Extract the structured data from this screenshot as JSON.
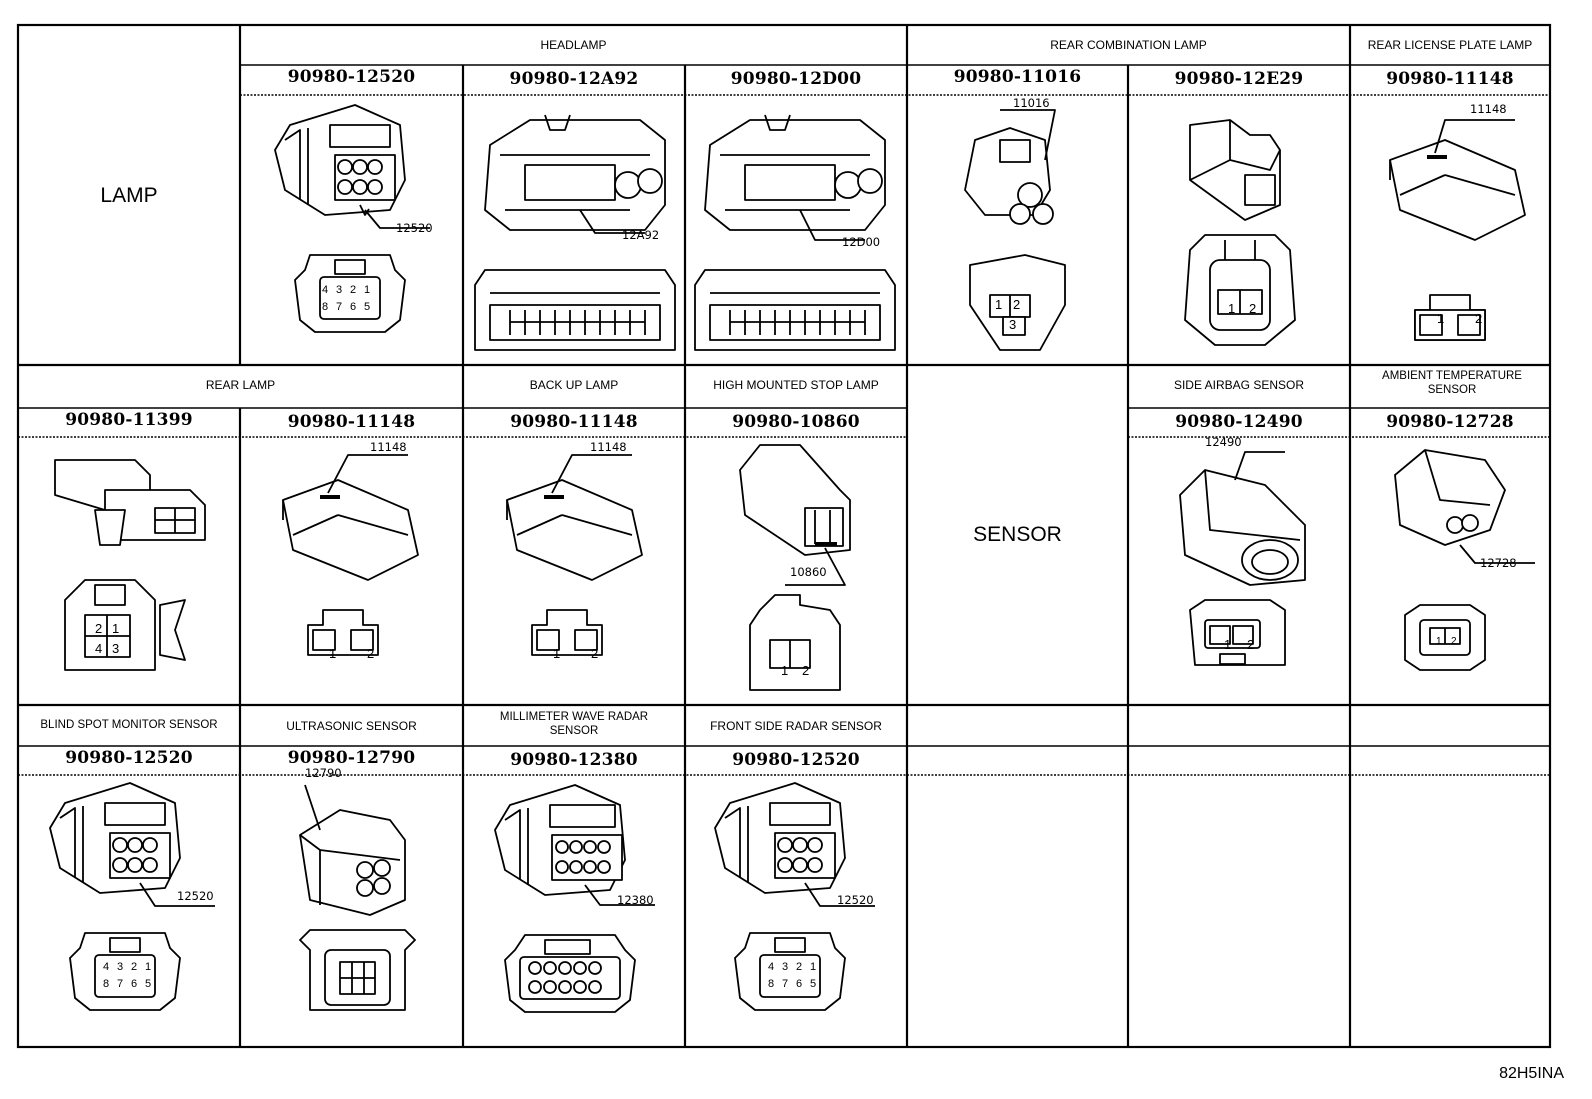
{
  "sections": {
    "lamp": "LAMP",
    "sensor": "SENSOR"
  },
  "categories": {
    "headlamp": "HEADLAMP",
    "rear_combination_lamp": "REAR COMBINATION LAMP",
    "rear_license_plate_lamp": "REAR LICENSE PLATE LAMP",
    "rear_lamp": "REAR LAMP",
    "back_up_lamp": "BACK UP LAMP",
    "high_mounted_stop_lamp": "HIGH MOUNTED STOP LAMP",
    "side_airbag_sensor": "SIDE AIRBAG SENSOR",
    "ambient_temperature_sensor": "AMBIENT TEMPERATURE SENSOR",
    "blind_spot_monitor_sensor": "BLIND SPOT MONITOR SENSOR",
    "ultrasonic_sensor": "ULTRASONIC SENSOR",
    "millimeter_wave_radar_sensor": "MILLIMETER WAVE RADAR SENSOR",
    "front_side_radar_sensor": "FRONT SIDE RADAR SENSOR"
  },
  "connectors": [
    {
      "part": "90980-12520",
      "code": "12520",
      "pins": [
        "4",
        "3",
        "2",
        "1",
        "8",
        "7",
        "6",
        "5"
      ]
    },
    {
      "part": "90980-12A92",
      "code": "12A92"
    },
    {
      "part": "90980-12D00",
      "code": "12D00"
    },
    {
      "part": "90980-11016",
      "code": "11016",
      "pins": [
        "1",
        "2",
        "3"
      ]
    },
    {
      "part": "90980-12E29",
      "pins": [
        "1",
        "2"
      ]
    },
    {
      "part": "90980-11148",
      "code": "11148",
      "pins": [
        "1",
        "2"
      ]
    },
    {
      "part": "90980-11399",
      "pins": [
        "2",
        "1",
        "4",
        "3"
      ]
    },
    {
      "part": "90980-11148",
      "code": "11148",
      "pins": [
        "1",
        "2"
      ]
    },
    {
      "part": "90980-11148",
      "code": "11148",
      "pins": [
        "1",
        "2"
      ]
    },
    {
      "part": "90980-10860",
      "code": "10860",
      "pins": [
        "1",
        "2"
      ]
    },
    {
      "part": "90980-12490",
      "code": "12490",
      "pins": [
        "1",
        "2"
      ]
    },
    {
      "part": "90980-12728",
      "code": "12728",
      "pins": [
        "1",
        "2"
      ]
    },
    {
      "part": "90980-12520",
      "code": "12520",
      "pins": [
        "4",
        "3",
        "2",
        "1",
        "8",
        "7",
        "6",
        "5"
      ]
    },
    {
      "part": "90980-12790",
      "code": "12790"
    },
    {
      "part": "90980-12380",
      "code": "12380"
    },
    {
      "part": "90980-12520",
      "code": "12520",
      "pins": [
        "4",
        "3",
        "2",
        "1",
        "8",
        "7",
        "6",
        "5"
      ]
    }
  ],
  "reference_code": "82H5INA"
}
